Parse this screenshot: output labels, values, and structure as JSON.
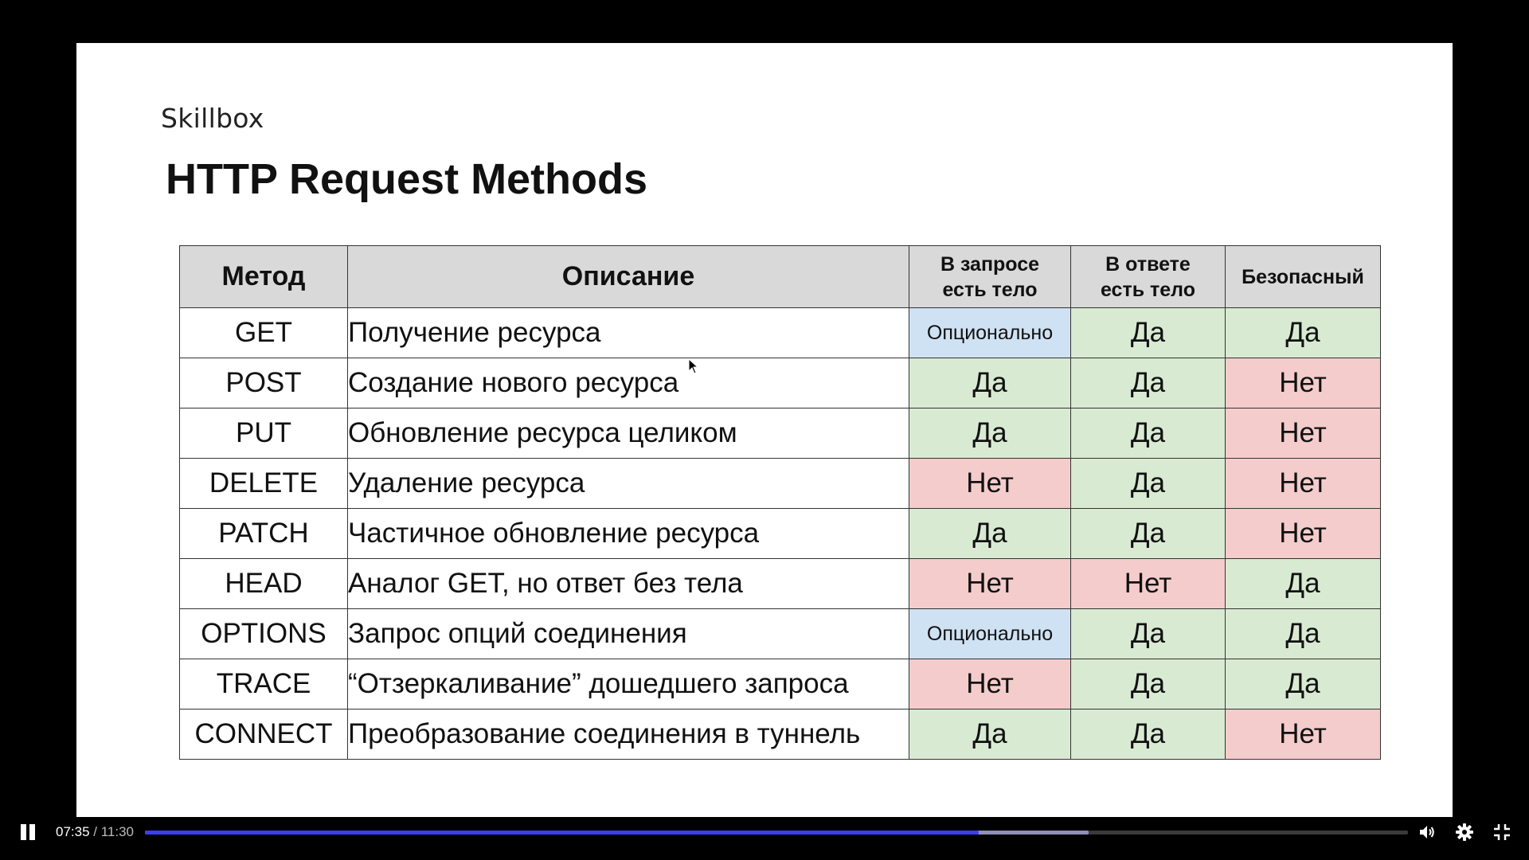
{
  "slide": {
    "brand": "Skillbox",
    "title": "HTTP Request Methods",
    "headers": {
      "method": "Метод",
      "description": "Описание",
      "req_body_1": "В запросе",
      "req_body_2": "есть тело",
      "resp_body_1": "В ответе",
      "resp_body_2": "есть тело",
      "safe": "Безопасный"
    },
    "rows": [
      {
        "method": "GET",
        "description": "Получение ресурса",
        "req": "Опционально",
        "resp": "Да",
        "safe": "Да"
      },
      {
        "method": "POST",
        "description": "Создание нового ресурса",
        "req": "Да",
        "resp": "Да",
        "safe": "Нет"
      },
      {
        "method": "PUT",
        "description": "Обновление ресурса целиком",
        "req": "Да",
        "resp": "Да",
        "safe": "Нет"
      },
      {
        "method": "DELETE",
        "description": "Удаление ресурса",
        "req": "Нет",
        "resp": "Да",
        "safe": "Нет"
      },
      {
        "method": "PATCH",
        "description": "Частичное обновление ресурса",
        "req": "Да",
        "resp": "Да",
        "safe": "Нет"
      },
      {
        "method": "HEAD",
        "description": "Аналог GET, но ответ без тела",
        "req": "Нет",
        "resp": "Нет",
        "safe": "Да"
      },
      {
        "method": "OPTIONS",
        "description": "Запрос опций соединения",
        "req": "Опционально",
        "resp": "Да",
        "safe": "Да"
      },
      {
        "method": "TRACE",
        "description": "“Отзеркаливание” дошедшего запроса",
        "req": "Нет",
        "resp": "Да",
        "safe": "Да"
      },
      {
        "method": "CONNECT",
        "description": "Преобразование соединения в туннель",
        "req": "Да",
        "resp": "Да",
        "safe": "Нет"
      }
    ]
  },
  "colors": {
    "yes": "#d9ead3",
    "no": "#f4cccc",
    "optional": "#cfe2f3",
    "header_bg": "#d9d9d9",
    "progress": "#3d3df0"
  },
  "player": {
    "current_time": "07:35",
    "separator": " / ",
    "duration": "11:30",
    "progress_fraction": 0.66,
    "buffered_fraction": 0.747,
    "icons": [
      "pause-icon",
      "volume-icon",
      "gear-icon",
      "exit-fullscreen-icon"
    ]
  }
}
